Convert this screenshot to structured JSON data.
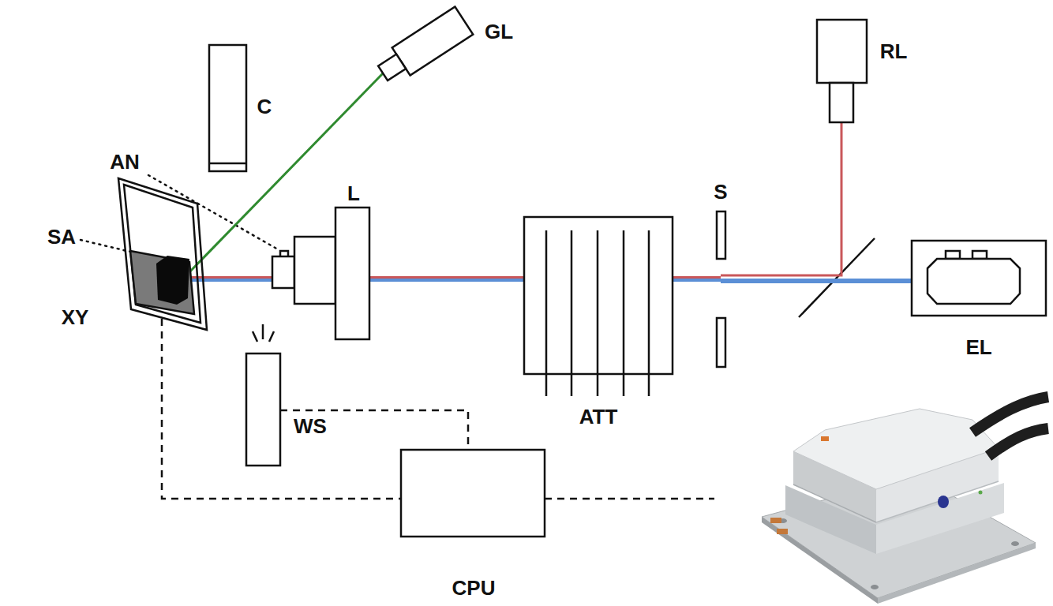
{
  "diagram": {
    "nodes": [
      {
        "text": [
          "C"
        ]
      },
      {
        "text": [
          "GL"
        ]
      },
      {
        "text": [
          "XY"
        ]
      },
      {
        "text": [
          "L"
        ]
      },
      {
        "text": [
          "ATT"
        ]
      },
      {
        "text": [
          "S"
        ]
      },
      {
        "text": [
          "RL"
        ]
      },
      {
        "text": [
          "EL"
        ]
      },
      {
        "text": [
          "WS"
        ]
      },
      {
        "text": [
          "CPU"
        ]
      }
    ],
    "edges": [
      {
        "from": 7,
        "to": 5,
        "arrow": "none"
      },
      {
        "from": 6,
        "to": 5,
        "arrow": "none"
      },
      {
        "from": 5,
        "to": 4,
        "arrow": "none"
      },
      {
        "from": 4,
        "to": 3,
        "arrow": "none"
      },
      {
        "from": 3,
        "to": 2,
        "arrow": "none"
      },
      {
        "from": 1,
        "to": 2,
        "arrow": "none"
      },
      {
        "from": 2,
        "to": 9,
        "arrow": "none"
      },
      {
        "from": 8,
        "to": 9,
        "arrow": "none"
      }
    ],
    "labels": [
      "AN",
      "SA"
    ]
  }
}
